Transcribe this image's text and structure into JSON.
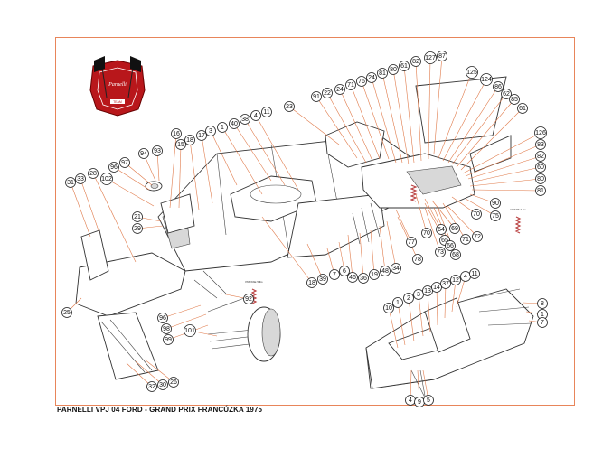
{
  "caption": "PARNELLI VPJ 04 FORD - GRAND PRIX FRANCÚZKA 1975",
  "logo": {
    "script_text": "Parnelli",
    "tag": "TEAM",
    "colors": {
      "badge": "#c41e1e",
      "flag": "#111111"
    }
  },
  "spring_labels": {
    "front": "PRESSE 5 lbs",
    "rear": "CHART 4 lbs"
  },
  "colors": {
    "frame": "#e8855a",
    "leader": "#e07a4a"
  },
  "callouts": [
    {
      "id": "c1",
      "label": "31"
    },
    {
      "id": "c2",
      "label": "33"
    },
    {
      "id": "c3",
      "label": "28"
    },
    {
      "id": "c4",
      "label": "102"
    },
    {
      "id": "c5",
      "label": "96"
    },
    {
      "id": "c6",
      "label": "97"
    },
    {
      "id": "c7",
      "label": "94"
    },
    {
      "id": "c8",
      "label": "93"
    },
    {
      "id": "c9",
      "label": "16"
    },
    {
      "id": "c10",
      "label": "15"
    },
    {
      "id": "c11",
      "label": "18"
    },
    {
      "id": "c12",
      "label": "17"
    },
    {
      "id": "c13",
      "label": "3"
    },
    {
      "id": "c14",
      "label": "1"
    },
    {
      "id": "c15",
      "label": "40"
    },
    {
      "id": "c16",
      "label": "38"
    },
    {
      "id": "c17",
      "label": "4"
    },
    {
      "id": "c18",
      "label": "11"
    },
    {
      "id": "c19",
      "label": "23"
    },
    {
      "id": "c20",
      "label": "91"
    },
    {
      "id": "c21",
      "label": "22"
    },
    {
      "id": "c22",
      "label": "24"
    },
    {
      "id": "c23",
      "label": "71"
    },
    {
      "id": "c24",
      "label": "76"
    },
    {
      "id": "c25",
      "label": "24"
    },
    {
      "id": "c26",
      "label": "81"
    },
    {
      "id": "c27",
      "label": "80"
    },
    {
      "id": "c28",
      "label": "61"
    },
    {
      "id": "c29",
      "label": "82"
    },
    {
      "id": "c30",
      "label": "127"
    },
    {
      "id": "c31",
      "label": "87"
    },
    {
      "id": "c32",
      "label": "125"
    },
    {
      "id": "c33",
      "label": "124"
    },
    {
      "id": "c34",
      "label": "86"
    },
    {
      "id": "c35",
      "label": "62"
    },
    {
      "id": "c36",
      "label": "85"
    },
    {
      "id": "c37",
      "label": "61"
    },
    {
      "id": "c38",
      "label": "126"
    },
    {
      "id": "c39",
      "label": "83"
    },
    {
      "id": "c40",
      "label": "82"
    },
    {
      "id": "c41",
      "label": "60"
    },
    {
      "id": "c42",
      "label": "80"
    },
    {
      "id": "c43",
      "label": "81"
    },
    {
      "id": "c44",
      "label": "21"
    },
    {
      "id": "c45",
      "label": "29"
    },
    {
      "id": "c46",
      "label": "90"
    },
    {
      "id": "c47",
      "label": "75"
    },
    {
      "id": "c48",
      "label": "70"
    },
    {
      "id": "c49",
      "label": "70"
    },
    {
      "id": "c50",
      "label": "64"
    },
    {
      "id": "c51",
      "label": "69"
    },
    {
      "id": "c52",
      "label": "65"
    },
    {
      "id": "c53",
      "label": "71"
    },
    {
      "id": "c54",
      "label": "72"
    },
    {
      "id": "c55",
      "label": "77"
    },
    {
      "id": "c56",
      "label": "73"
    },
    {
      "id": "c57",
      "label": "66"
    },
    {
      "id": "c58",
      "label": "68"
    },
    {
      "id": "c59",
      "label": "78"
    },
    {
      "id": "c60",
      "label": "34"
    },
    {
      "id": "c61",
      "label": "48"
    },
    {
      "id": "c62",
      "label": "19"
    },
    {
      "id": "c63",
      "label": "36"
    },
    {
      "id": "c64",
      "label": "46"
    },
    {
      "id": "c65",
      "label": "6"
    },
    {
      "id": "c66",
      "label": "7"
    },
    {
      "id": "c67",
      "label": "39"
    },
    {
      "id": "c68",
      "label": "18"
    },
    {
      "id": "c69",
      "label": "25"
    },
    {
      "id": "c70",
      "label": "92"
    },
    {
      "id": "c71",
      "label": "96"
    },
    {
      "id": "c72",
      "label": "98"
    },
    {
      "id": "c73",
      "label": "99"
    },
    {
      "id": "c74",
      "label": "101"
    },
    {
      "id": "c75",
      "label": "32"
    },
    {
      "id": "c76",
      "label": "30"
    },
    {
      "id": "c77",
      "label": "26"
    },
    {
      "id": "c78",
      "label": "10"
    },
    {
      "id": "c79",
      "label": "1"
    },
    {
      "id": "c80",
      "label": "2"
    },
    {
      "id": "c81",
      "label": "3"
    },
    {
      "id": "c82",
      "label": "13"
    },
    {
      "id": "c83",
      "label": "14"
    },
    {
      "id": "c84",
      "label": "37"
    },
    {
      "id": "c85",
      "label": "12"
    },
    {
      "id": "c86",
      "label": "4"
    },
    {
      "id": "c87",
      "label": "11"
    },
    {
      "id": "c88",
      "label": "8"
    },
    {
      "id": "c89",
      "label": "1"
    },
    {
      "id": "c90",
      "label": "7"
    },
    {
      "id": "c91",
      "label": "4"
    },
    {
      "id": "c92",
      "label": "9"
    },
    {
      "id": "c93",
      "label": "5"
    }
  ]
}
